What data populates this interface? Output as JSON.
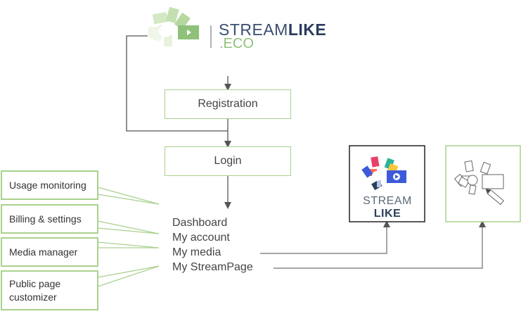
{
  "logo": {
    "brand": "STREAMLIKE",
    "brand_thin": "STREAM",
    "brand_bold": "LIKE",
    "suffix": ".ECO",
    "accent_color": "#8fc17a"
  },
  "flow": {
    "registration_label": "Registration",
    "login_label": "Login"
  },
  "dashboard_menu": {
    "items": [
      "Dashboard",
      "My account",
      "My media",
      "My StreamPage"
    ]
  },
  "side_modules": {
    "items": [
      "Usage monitoring",
      "Billing & settings",
      "Media manager",
      "Public page customizer"
    ]
  },
  "targets": {
    "streamlike": {
      "brand_thin": "STREAM ",
      "brand_bold": "LIKE"
    },
    "streampage_editor": {
      "icon": "page-editor-icon"
    }
  },
  "colors": {
    "box_border": "#a9d18e",
    "connector": "#666666",
    "text": "#444444"
  }
}
